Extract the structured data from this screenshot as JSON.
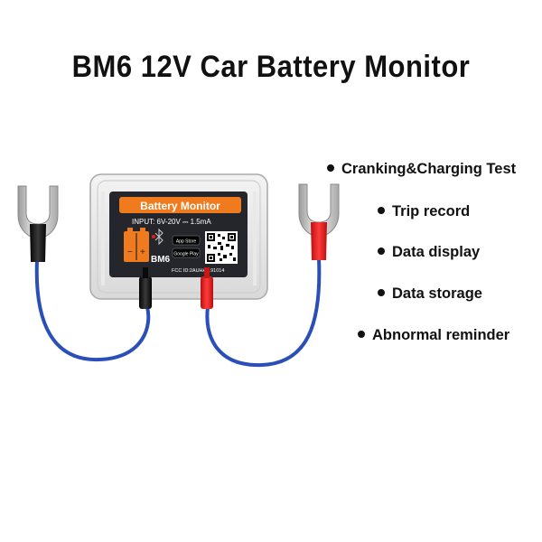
{
  "title": "BM6 12V Car Battery Monitor",
  "features": [
    "Cranking&Charging Test",
    "Trip record",
    "Data display",
    "Data storage",
    "Abnormal reminder"
  ],
  "device": {
    "label_title": "Battery Monitor",
    "input_spec": "INPUT: 6V-20V ⎓ 1.5mA",
    "model": "BM6",
    "fcc": "FCC ID:2AUHA-191014",
    "app_store_badge": "App Store",
    "google_play_badge": "Google Play",
    "minus_sign": "−",
    "plus_sign": "+"
  },
  "colors": {
    "label_orange": "#f07b1e",
    "label_dark": "#24262b",
    "wire_blue": "#2b4fb8",
    "lead_red": "#e02020",
    "lead_black": "#141414",
    "terminal_silver": "#d8d8d8"
  }
}
